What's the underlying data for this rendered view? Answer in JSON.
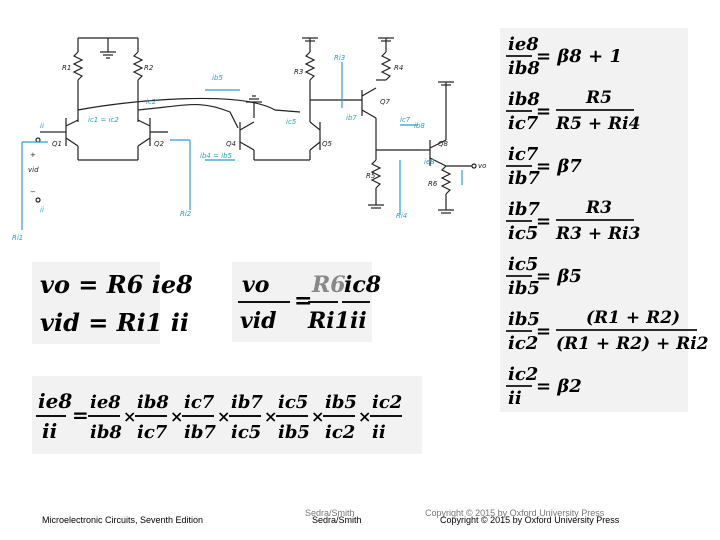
{
  "circuit": {
    "labels": {
      "R1": "R1",
      "R2": "R2",
      "R3": "R3",
      "R4": "R4",
      "R5": "R5",
      "R6": "R6",
      "Q1": "Q1",
      "Q2": "Q2",
      "Q4": "Q4",
      "Q5": "Q5",
      "Q7": "Q7",
      "Q8": "Q8",
      "ii": "ii",
      "vid": "vid",
      "Ri1": "Ri1",
      "Ri2": "Ri2",
      "Ri3": "Ri3",
      "Ri4": "Ri4",
      "ic1_eq_ic2": "ic1 = ic2",
      "ic2": "ic2",
      "ib5": "ib5",
      "ib4_eq_ib5": "ib4 = ib5",
      "ic5": "ic5",
      "ib7": "ib7",
      "ic7": "ic7",
      "ib8": "ib8",
      "ie8": "ie8",
      "vo": "vo",
      "plus": "+",
      "minus": "−"
    }
  },
  "equations": {
    "right": [
      {
        "num": "ie8",
        "den": "ib8",
        "rhs": "= β8 + 1"
      },
      {
        "num": "ib8",
        "den": "ic7",
        "rhs_num": "R5",
        "rhs_den": "R5 + Ri4"
      },
      {
        "num": "ic7",
        "den": "ib7",
        "rhs": "= β7"
      },
      {
        "num": "ib7",
        "den": "ic5",
        "rhs_num": "R3",
        "rhs_den": "R3 + Ri3"
      },
      {
        "num": "ic5",
        "den": "ib5",
        "rhs": "= β5"
      },
      {
        "num": "ib5",
        "den": "ic2",
        "rhs_num": "(R1 + R2)",
        "rhs_den": "(R1 + R2) + Ri2"
      },
      {
        "num": "ic2",
        "den": "ii",
        "rhs": "= β2"
      }
    ],
    "left_top": {
      "line1": "vo = R6 ie8",
      "line2": "vid = Ri1 ii"
    },
    "middle": {
      "lhs_num": "vo",
      "lhs_den": "vid",
      "rhs_num1": "R6",
      "rhs_den1": "Ri1",
      "rhs_num2": "ic8",
      "rhs_den2": "ii"
    },
    "bottom": {
      "lhs_num": "ie8",
      "lhs_den": "ii",
      "factors": [
        {
          "num": "ie8",
          "den": "ib8"
        },
        {
          "num": "ib8",
          "den": "ic7"
        },
        {
          "num": "ic7",
          "den": "ib7"
        },
        {
          "num": "ib7",
          "den": "ic5"
        },
        {
          "num": "ic5",
          "den": "ib5"
        },
        {
          "num": "ib5",
          "den": "ic2"
        },
        {
          "num": "ic2",
          "den": "ii"
        }
      ]
    }
  },
  "footer": {
    "book": "Microelectronic Circuits, Seventh Edition",
    "authors_a": "Sedra/Smith",
    "authors_b": "Sedra/Smith",
    "copyright_a": "Copyright © 2015 by Oxford University Press",
    "copyright_b": "Copyright © 2015 by Oxford University Press"
  },
  "colors": {
    "wire": "#222222",
    "arrow": "#2a9fd0",
    "panel": "#f2f2f2"
  }
}
